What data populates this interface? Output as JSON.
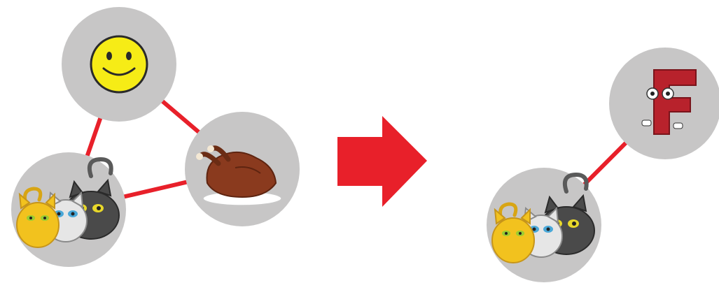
{
  "diagram": {
    "colors": {
      "node_fill": "#c7c6c6",
      "edge": "#e8202a",
      "arrow": "#e8202a",
      "smiley_face": "#f6ec16",
      "letter_f": "#b8222c",
      "turkey": "#8a3a1e",
      "plate": "#ffffff",
      "cat_orange": "#f2c21e",
      "cat_white": "#e6e6e6",
      "cat_dark": "#4a4a4a",
      "cat_eye_blue": "#4aa8d8",
      "cat_eye_yellow": "#e8d82a"
    },
    "before": {
      "nodes": [
        {
          "id": "smiley",
          "icon": "smiley-face-icon"
        },
        {
          "id": "turkey",
          "icon": "roast-turkey-icon"
        },
        {
          "id": "cats",
          "icon": "three-cats-icon"
        }
      ],
      "edges": [
        {
          "from": "smiley",
          "to": "turkey"
        },
        {
          "from": "smiley",
          "to": "cats"
        },
        {
          "from": "cats",
          "to": "turkey"
        }
      ]
    },
    "transition": {
      "icon": "right-arrow-icon"
    },
    "after": {
      "nodes": [
        {
          "id": "letter-f",
          "icon": "letter-f-character-icon"
        },
        {
          "id": "cats",
          "icon": "three-cats-icon"
        }
      ],
      "edges": [
        {
          "from": "cats",
          "to": "letter-f"
        }
      ]
    }
  }
}
